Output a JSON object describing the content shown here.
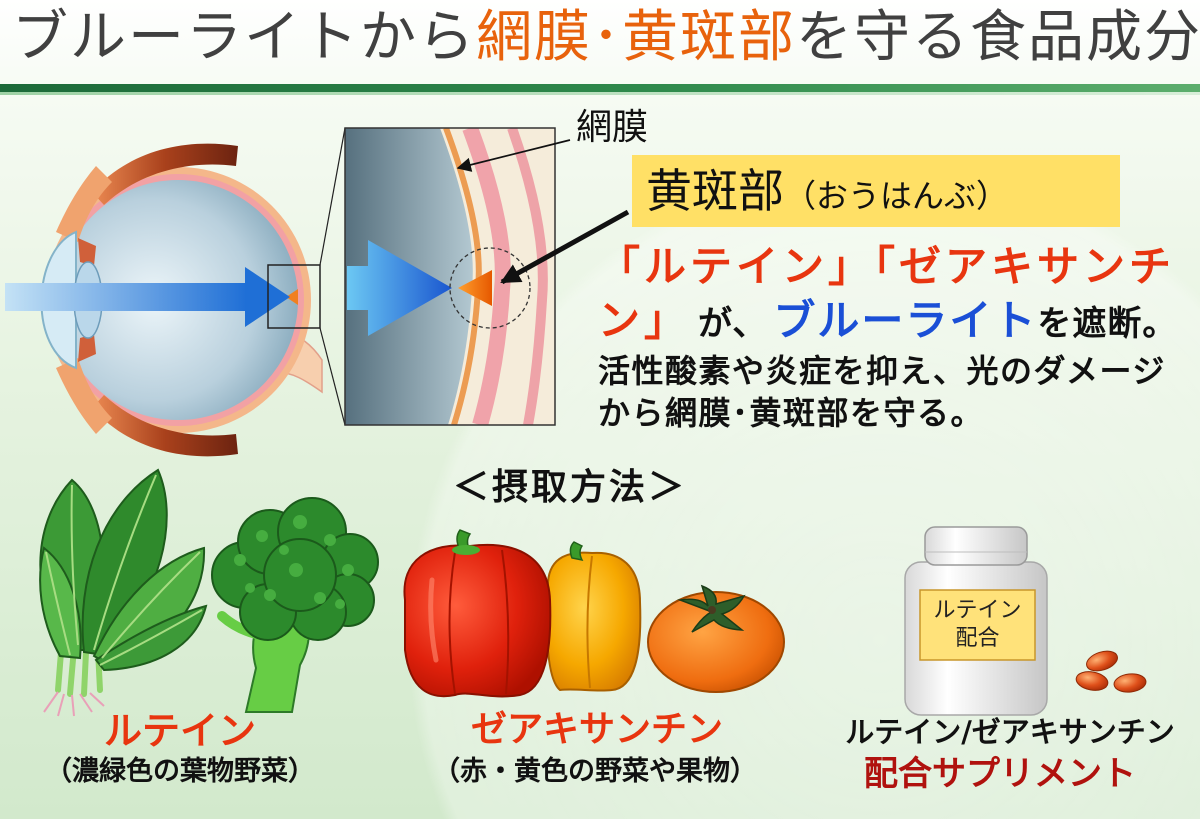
{
  "title": {
    "part1": "ブルーライトから",
    "part2": "網膜･黄斑部",
    "part3": "を守る食品成分"
  },
  "diagram": {
    "retina_label": "網膜",
    "macula": {
      "label": "黄斑部",
      "reading": "（おうはんぶ）"
    },
    "description": {
      "line1": "「ルテイン」「ゼアキサンチ",
      "line2": {
        "red": "ン」",
        "black1": "が、",
        "blue": "ブルーライト",
        "black2": "を遮断。"
      },
      "line3": "活性酸素や炎症を抑え、光のダメージ",
      "line4": "から網膜･黄斑部を守る。"
    }
  },
  "intake": {
    "heading": "＜摂取方法＞",
    "items": [
      {
        "name": "ルテイン",
        "note": "（濃緑色の葉物野菜）"
      },
      {
        "name": "ゼアキサンチン",
        "note": "（赤・黄色の野菜や果物）"
      },
      {
        "name": "ルテイン/ゼアキサンチン",
        "note": "配合サプリメント"
      }
    ],
    "bottle_label": {
      "line1": "ルテイン",
      "line2": "配合"
    }
  },
  "colors": {
    "title_text": "#404040",
    "title_accent": "#e8620c",
    "highlight_red": "#e8350f",
    "highlight_blue": "#1a4fd6",
    "supplement_red": "#b0120e",
    "macula_box": "#ffe066"
  },
  "icons": [
    "eye-diagram-icon",
    "retina-zoom-icon",
    "spinach-icon",
    "broccoli-icon",
    "red-pepper-icon",
    "yellow-pepper-icon",
    "persimmon-icon",
    "supplement-bottle-icon",
    "capsules-icon"
  ]
}
